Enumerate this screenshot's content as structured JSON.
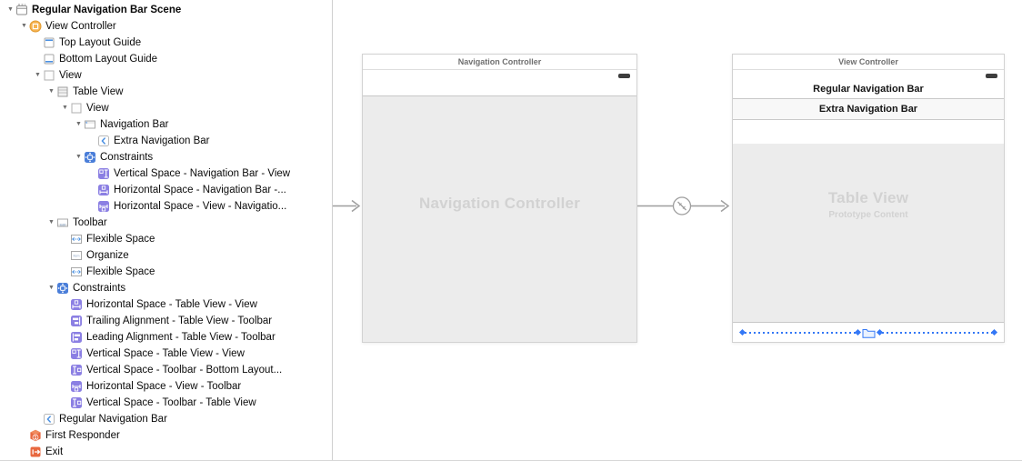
{
  "document_outline": {
    "rows": [
      {
        "label": "Regular Navigation Bar Scene",
        "level": 0,
        "icon": "scene-icon",
        "disclosure": true,
        "bold": true
      },
      {
        "label": "View Controller",
        "level": 1,
        "icon": "view-controller-icon",
        "disclosure": true
      },
      {
        "label": "Top Layout Guide",
        "level": 2,
        "icon": "top-layout-guide-icon",
        "disclosure": false
      },
      {
        "label": "Bottom Layout Guide",
        "level": 2,
        "icon": "bottom-layout-guide-icon",
        "disclosure": false
      },
      {
        "label": "View",
        "level": 2,
        "icon": "view-icon",
        "disclosure": true
      },
      {
        "label": "Table View",
        "level": 3,
        "icon": "table-view-icon",
        "disclosure": true
      },
      {
        "label": "View",
        "level": 4,
        "icon": "view-icon",
        "disclosure": true
      },
      {
        "label": "Navigation Bar",
        "level": 5,
        "icon": "navigation-bar-icon",
        "disclosure": true
      },
      {
        "label": "Extra Navigation Bar",
        "level": 6,
        "icon": "navigation-item-icon",
        "disclosure": false
      },
      {
        "label": "Constraints",
        "level": 5,
        "icon": "constraints-icon",
        "disclosure": true
      },
      {
        "label": "Vertical Space - Navigation Bar - View",
        "level": 6,
        "icon": "constraint-vertical-icon",
        "disclosure": false
      },
      {
        "label": "Horizontal Space - Navigation Bar -...",
        "level": 6,
        "icon": "constraint-horizontal-icon",
        "disclosure": false
      },
      {
        "label": "Horizontal Space - View - Navigatio...",
        "level": 6,
        "icon": "constraint-horizontal-alt-icon",
        "disclosure": false
      },
      {
        "label": "Toolbar",
        "level": 3,
        "icon": "toolbar-icon",
        "disclosure": true
      },
      {
        "label": "Flexible Space",
        "level": 4,
        "icon": "flexible-space-icon",
        "disclosure": false
      },
      {
        "label": "Organize",
        "level": 4,
        "icon": "bar-item-icon",
        "disclosure": false
      },
      {
        "label": "Flexible Space",
        "level": 4,
        "icon": "flexible-space-icon",
        "disclosure": false
      },
      {
        "label": "Constraints",
        "level": 3,
        "icon": "constraints-icon",
        "disclosure": true
      },
      {
        "label": "Horizontal Space - Table View - View",
        "level": 4,
        "icon": "constraint-horizontal-icon",
        "disclosure": false
      },
      {
        "label": "Trailing Alignment - Table View - Toolbar",
        "level": 4,
        "icon": "constraint-trailing-icon",
        "disclosure": false
      },
      {
        "label": "Leading Alignment - Table View - Toolbar",
        "level": 4,
        "icon": "constraint-leading-icon",
        "disclosure": false
      },
      {
        "label": "Vertical Space - Table View - View",
        "level": 4,
        "icon": "constraint-vertical-icon",
        "disclosure": false
      },
      {
        "label": "Vertical Space - Toolbar - Bottom Layout...",
        "level": 4,
        "icon": "constraint-vertical-alt-icon",
        "disclosure": false
      },
      {
        "label": "Horizontal Space - View - Toolbar",
        "level": 4,
        "icon": "constraint-horizontal-alt-icon",
        "disclosure": false
      },
      {
        "label": "Vertical Space - Toolbar - Table View",
        "level": 4,
        "icon": "constraint-vertical-alt-icon",
        "disclosure": false
      },
      {
        "label": "Regular Navigation Bar",
        "level": 2,
        "icon": "navigation-item-icon",
        "disclosure": false
      },
      {
        "label": "First Responder",
        "level": 1,
        "icon": "first-responder-icon",
        "disclosure": false
      },
      {
        "label": "Exit",
        "level": 1,
        "icon": "exit-icon",
        "disclosure": false
      }
    ]
  },
  "scenes": {
    "navigation_controller": {
      "header": "Navigation Controller",
      "placeholder_title": "Navigation Controller"
    },
    "view_controller": {
      "header": "View Controller",
      "navigation_bar_title": "Regular Navigation Bar",
      "extra_navigation_bar_title": "Extra Navigation Bar",
      "table_view": {
        "title": "Table View",
        "subtitle": "Prototype Content"
      }
    }
  },
  "icons": {
    "status_bar": "battery-icon",
    "toolbar_center_item": "organize-folder-icon",
    "toolbar_spacers": "flexible-space-dotted-line",
    "segue_badge": "segue-circle-icon"
  },
  "colors": {
    "accent_blue": "#4a90e2",
    "constraint_blue": "#3478f6",
    "constraints_group_blue": "#4a7ed9",
    "constraint_purple": "#8b7fe3",
    "responder_orange": "#e8683f",
    "view_controller_yellow": "#f6b350",
    "canvas_grey": "#ececec",
    "placeholder_text_grey": "#d2d2d2",
    "arrow_grey": "#9e9e9e"
  }
}
